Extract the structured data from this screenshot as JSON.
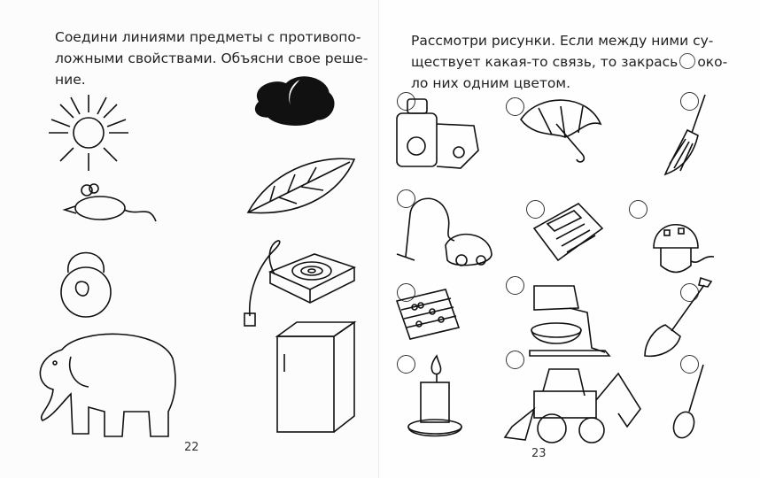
{
  "left_page": {
    "instruction_line1": "Соедини линиями предметы с противопо-",
    "instruction_line2": "ложными свойствами. Объясни свое реше-",
    "instruction_line3": "ние.",
    "page_number": "22",
    "pictures": [
      "sun",
      "mouse",
      "kettlebell",
      "elephant",
      "moon-night",
      "leaf",
      "electric-stove",
      "refrigerator"
    ]
  },
  "right_page": {
    "instruction_line1": "Рассмотри рисунки. Если между ними су-",
    "instruction_line2a": "ществует какая-то связь, то закрась",
    "instruction_line2b": "око-",
    "instruction_line3": "ло них одним цветом.",
    "page_number": "23",
    "pictures": [
      "meat-grinder",
      "umbrella",
      "broom",
      "vacuum-cleaner",
      "calculator",
      "lamp",
      "abacus",
      "mixer",
      "shovel",
      "candle",
      "excavator",
      "spoon"
    ]
  }
}
